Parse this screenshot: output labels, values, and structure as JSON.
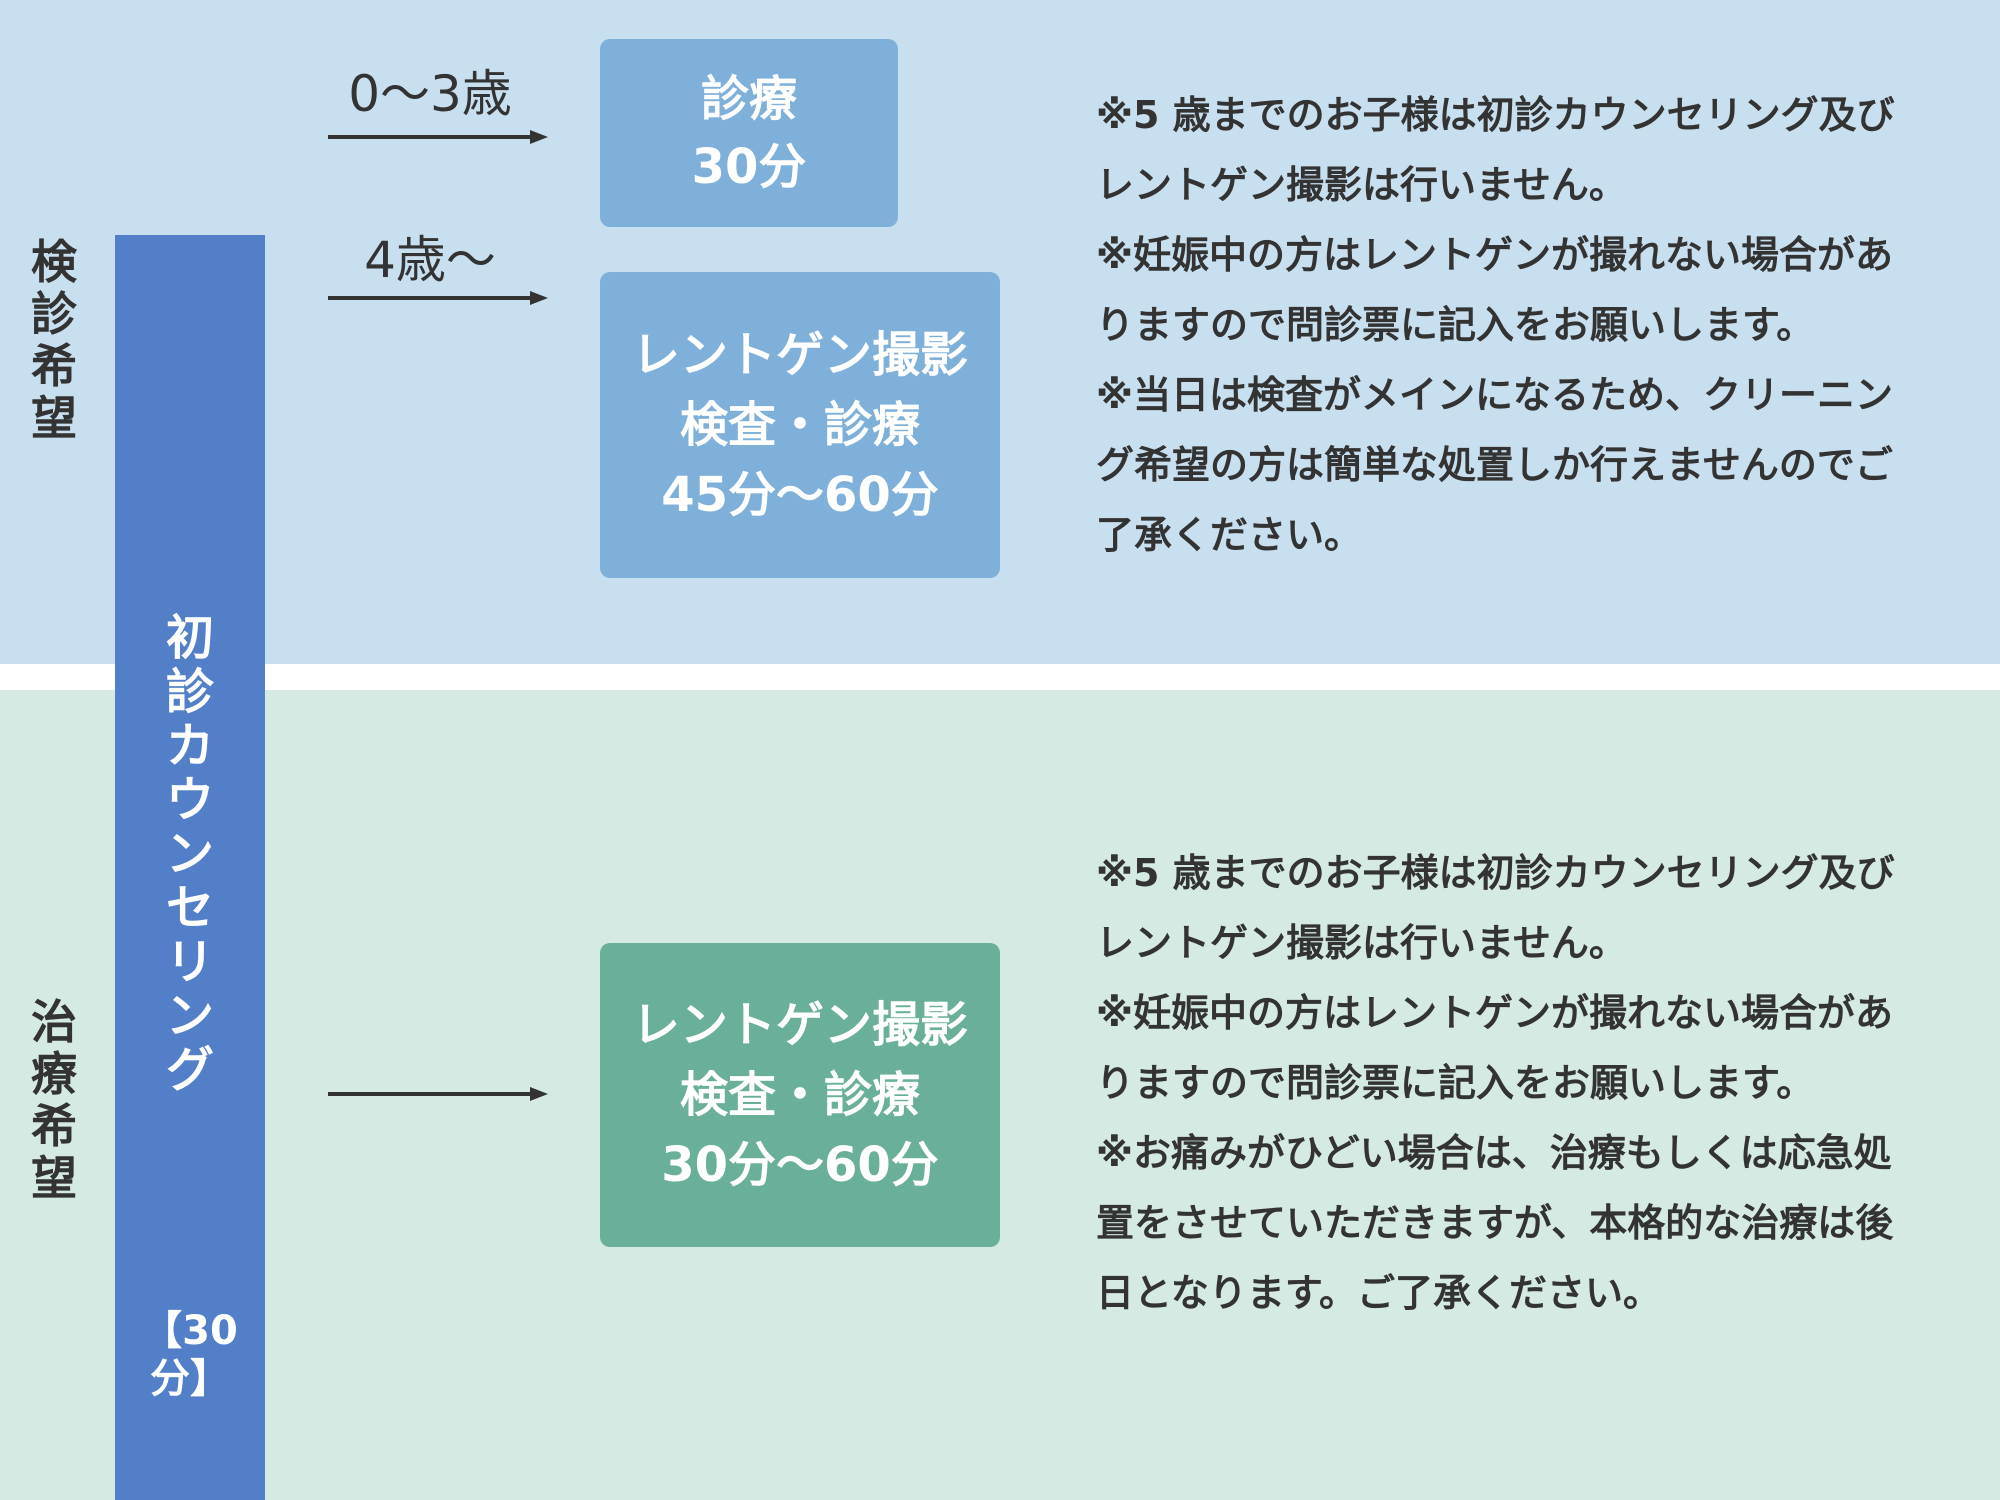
{
  "colors": {
    "top_band": "#c8dff0",
    "bottom_band": "#d4eae3",
    "counsel_bar": "#527fc8",
    "exam_box": "#7fb0d9",
    "treatment_box": "#6aaf9a"
  },
  "sections": {
    "top_label": "検診希望",
    "bottom_label": "治療希望"
  },
  "counsel": {
    "label": "初診カウンセリング",
    "duration": "【30分】"
  },
  "flow": {
    "age_0_3": "0〜3歳",
    "age_4_plus": "4歳〜",
    "box_exam": {
      "line1": "診療",
      "line2": "30分"
    },
    "box_xray_exam": {
      "line1": "レントゲン撮影",
      "line2": "検査・診療",
      "line3": "45分〜60分"
    },
    "box_xray_treatment": {
      "line1": "レントゲン撮影",
      "line2": "検査・診療",
      "line3": "30分〜60分"
    }
  },
  "notes_exam": [
    "※5 歳までのお子様は初診カウンセリング及びレントゲン撮影は行いません。",
    "※妊娠中の方はレントゲンが撮れない場合がありますので問診票に記入をお願いします。",
    "※当日は検査がメインになるため、クリーニング希望の方は簡単な処置しか行えませんのでご了承ください。"
  ],
  "notes_treatment": [
    "※5 歳までのお子様は初診カウンセリング及びレントゲン撮影は行いません。",
    "※妊娠中の方はレントゲンが撮れない場合がありますので問診票に記入をお願いします。",
    "※お痛みがひどい場合は、治療もしくは応急処置をさせていただきますが、本格的な治療は後日となります。ご了承ください。"
  ]
}
